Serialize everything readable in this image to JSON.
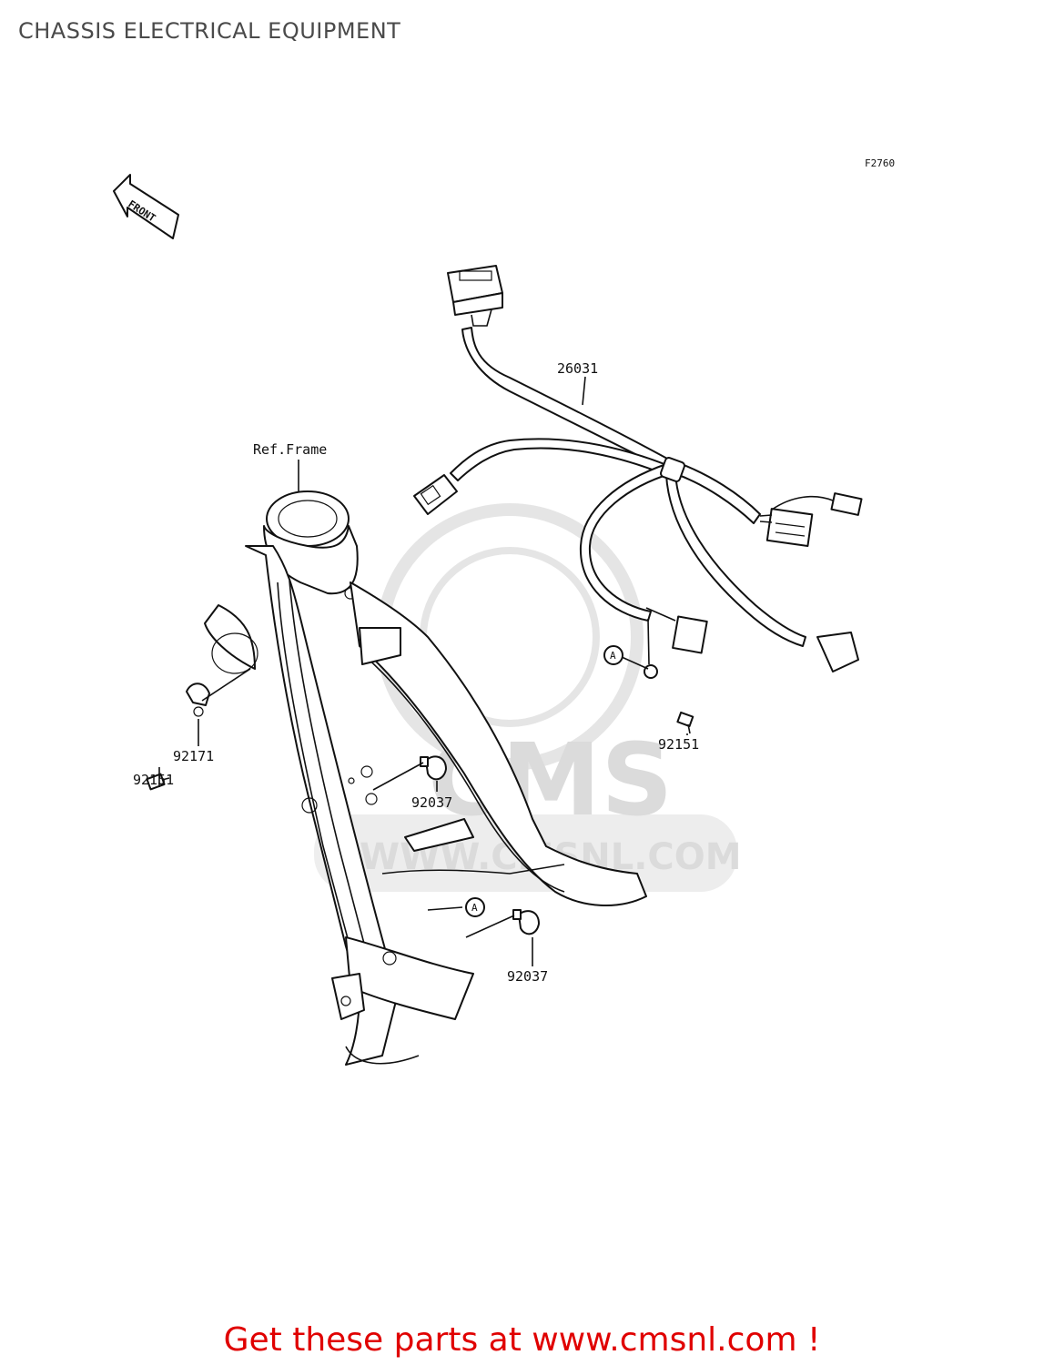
{
  "title": "CHASSIS ELECTRICAL EQUIPMENT",
  "figure_code": "F2760",
  "front_arrow_label": "FRONT",
  "ref_frame_label": "Ref.Frame",
  "ref_marker": "A",
  "parts": [
    {
      "number": "26031",
      "name": "harness"
    },
    {
      "number": "92151",
      "name": "bolt"
    },
    {
      "number": "92151",
      "name": "bolt"
    },
    {
      "number": "92171",
      "name": "clamp"
    },
    {
      "number": "92037",
      "name": "clamp"
    },
    {
      "number": "92037",
      "name": "clamp"
    }
  ],
  "watermark": {
    "brand": "CMS",
    "url": "WWW.CMSNL.COM"
  },
  "footer": "Get these parts at www.cmsnl.com !",
  "colors": {
    "footer_text": "#e00000",
    "title_text": "#4a4a4a",
    "line": "#111111",
    "watermark": "#d8d8d8"
  }
}
